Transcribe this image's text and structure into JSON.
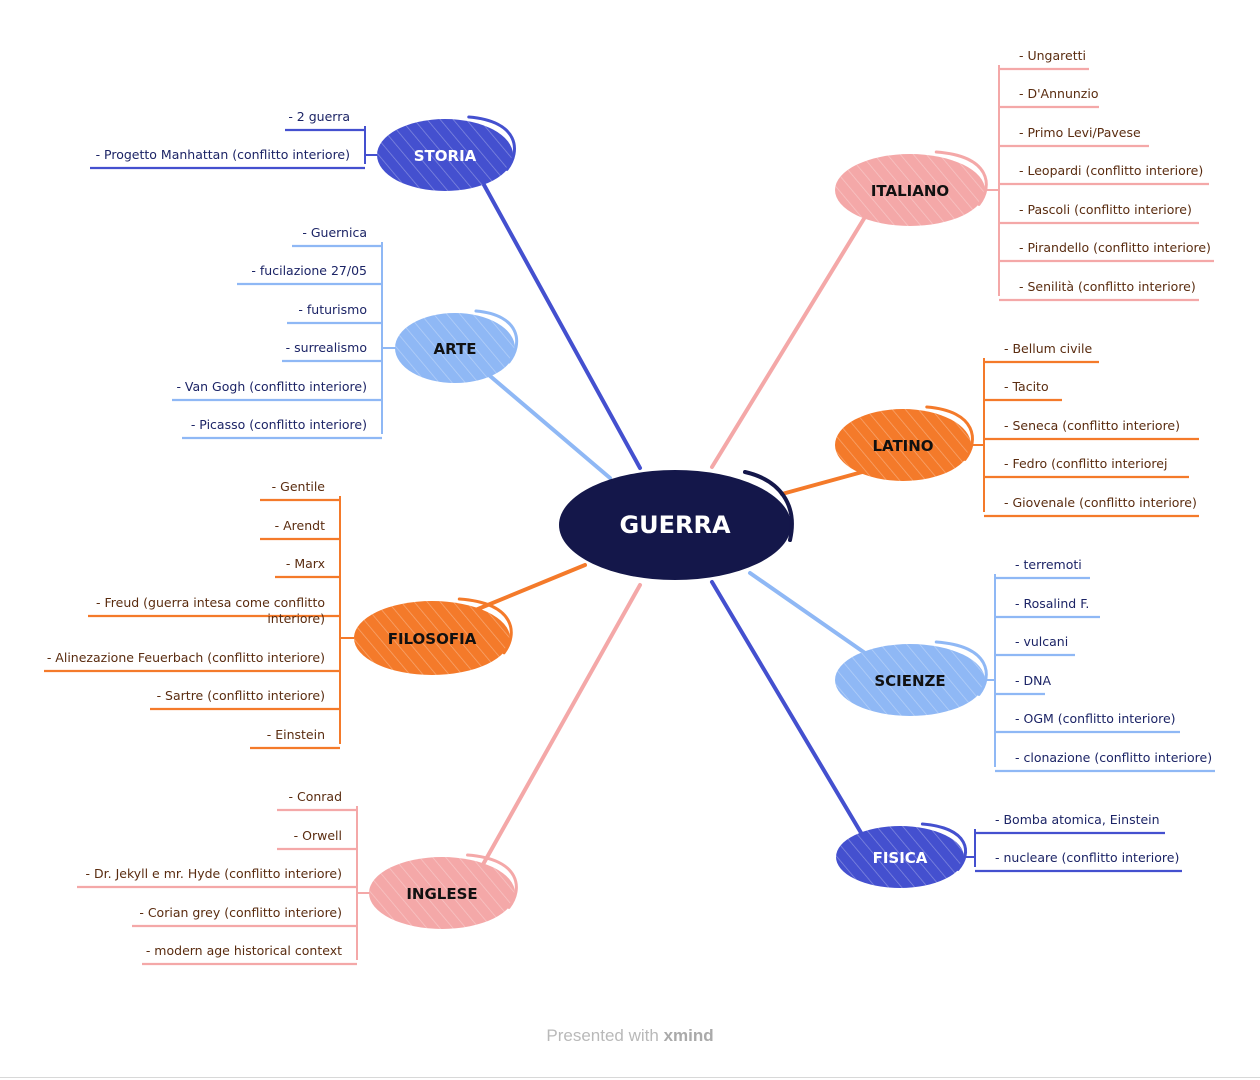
{
  "center": {
    "label": "GUERRA",
    "color": "#14174a"
  },
  "topics": {
    "storia": {
      "label": "STORIA",
      "color": "#4450cf",
      "items": [
        "- 2 guerra",
        "- Progetto Manhattan (conflitto interiore)"
      ]
    },
    "arte": {
      "label": "ARTE",
      "color": "#8fb8f5",
      "items": [
        "- Guernica",
        "- fucilazione 27/05",
        "- futurismo",
        "- surrealismo",
        "- Van Gogh (conflitto interiore)",
        "- Picasso (conflitto interiore)"
      ]
    },
    "filosofia": {
      "label": "FILOSOFIA",
      "color": "#f47a2a",
      "items": [
        "- Gentile",
        "- Arendt",
        "- Marx",
        "- Freud (guerra intesa come conflitto",
        "interiore)",
        "- Alinezazione Feuerbach (conflitto interiore)",
        "- Sartre (conflitto interiore)",
        "- Einstein"
      ]
    },
    "inglese": {
      "label": "INGLESE",
      "color": "#f4a8a8",
      "items": [
        "- Conrad",
        "- Orwell",
        "- Dr. Jekyll e mr. Hyde (conflitto interiore)",
        "- Corian grey (conflitto interiore)",
        "- modern age historical context"
      ]
    },
    "italiano": {
      "label": "ITALIANO",
      "color": "#f4a8a8",
      "items": [
        "- Ungaretti",
        "- D'Annunzio",
        "- Primo Levi/Pavese",
        "- Leopardi (conflitto interiore)",
        "- Pascoli (conflitto interiore)",
        "- Pirandello (conflitto interiore)",
        "- Senilità (conflitto interiore)"
      ]
    },
    "latino": {
      "label": "LATINO",
      "color": "#f47a2a",
      "items": [
        "- Bellum civile",
        "- Tacito",
        "- Seneca (conflitto interiore)",
        "- Fedro (conflitto interiorej",
        "- Giovenale (conflitto interiore)"
      ]
    },
    "scienze": {
      "label": "SCIENZE",
      "color": "#8fb8f5",
      "items": [
        "- terremoti",
        "- Rosalind F.",
        "- vulcani",
        "- DNA",
        "- OGM (conflitto interiore)",
        "- clonazione (conflitto interiore)"
      ]
    },
    "fisica": {
      "label": "FISICA",
      "color": "#4450cf",
      "items": [
        "- Bomba atomica, Einstein",
        "- nucleare (conflitto interiore)"
      ]
    }
  },
  "footer": {
    "prefix": "Presented with",
    "brand": "xmind"
  }
}
